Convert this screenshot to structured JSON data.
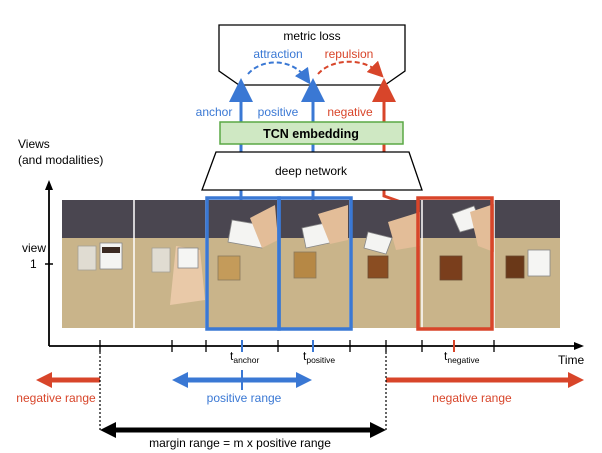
{
  "top_block": {
    "label": "metric loss"
  },
  "attraction": {
    "label": "attraction"
  },
  "repulsion": {
    "label": "repulsion"
  },
  "roles": {
    "anchor": "anchor",
    "positive": "positive",
    "negative": "negative"
  },
  "embedding": {
    "label": "TCN embedding"
  },
  "network": {
    "label": "deep network"
  },
  "yaxis": {
    "label_line1": "Views",
    "label_line2": "(and modalities)"
  },
  "view": {
    "line1": "view",
    "line2": "1"
  },
  "xaxis": {
    "label": "Time"
  },
  "ticks": {
    "anchor_base": "t",
    "anchor_sub": "anchor",
    "positive_base": "t",
    "positive_sub": "positive",
    "negative_base": "t",
    "negative_sub": "negative"
  },
  "ranges": {
    "negative_left": "negative range",
    "positive": "positive range",
    "negative_right": "negative range",
    "margin": "margin range = m x positive range"
  },
  "colors": {
    "blue": "#3a78d4",
    "red": "#d8452a",
    "green_fill": "#cfe8c3",
    "green_stroke": "#5aa845",
    "black": "#000000"
  }
}
